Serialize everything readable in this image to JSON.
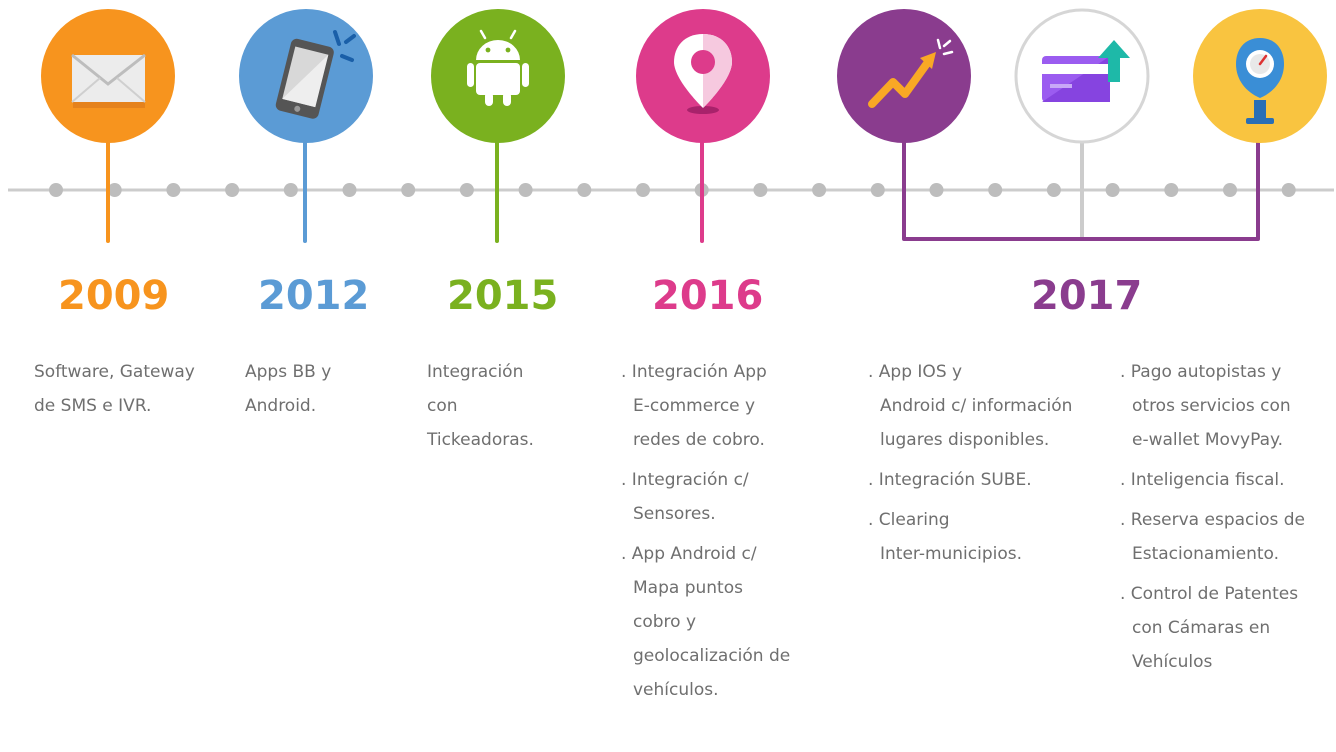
{
  "colors": {
    "orange": "#F7941E",
    "blue": "#5B9BD5",
    "green": "#7AB11F",
    "pink": "#DD3B8B",
    "purple": "#8A3C8E",
    "gray_line": "#cccccc",
    "gray_dot": "#bdbdbd",
    "text": "#6f6f6f"
  },
  "icons": [
    "envelope-icon",
    "smartphone-icon",
    "android-icon",
    "location-pin-icon",
    "trending-up-icon",
    "credit-card-upload-icon",
    "parking-meter-icon"
  ],
  "years": {
    "y2009": "2009",
    "y2012": "2012",
    "y2015": "2015",
    "y2016": "2016",
    "y2017": "2017"
  },
  "descriptions": {
    "d2009": [
      "Software, Gateway",
      "de SMS e IVR."
    ],
    "d2012": [
      "Apps BB y",
      "Android."
    ],
    "d2015": [
      "Integración",
      "con",
      "Tickeadoras."
    ],
    "d2016": [
      ". Integración App",
      "E-commerce y",
      "redes de cobro.",
      ". Integración c/",
      "Sensores.",
      ". App Android c/",
      "Mapa puntos",
      "cobro y",
      "geolocalización de",
      "vehículos."
    ],
    "d2017a": [
      ". App IOS y",
      "Android c/ información",
      "lugares disponibles.",
      ". Integración SUBE.",
      ". Clearing",
      "Inter-municipios."
    ],
    "d2017b": [
      ". Pago autopistas y",
      "otros servicios con",
      "e-wallet MovyPay.",
      ". Inteligencia fiscal.",
      ". Reserva espacios de",
      "Estacionamiento.",
      ". Control de Patentes",
      "con Cámaras en",
      "Vehículos"
    ]
  }
}
